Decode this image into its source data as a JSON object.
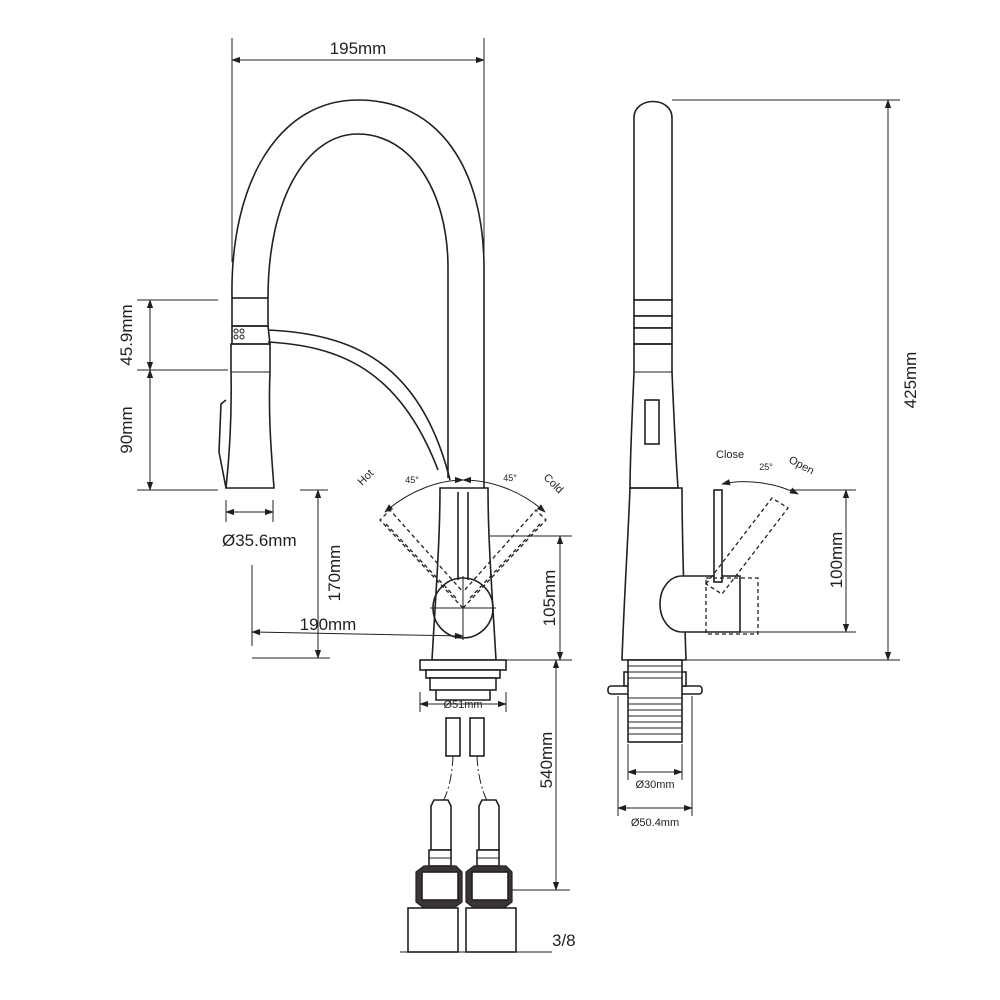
{
  "dimensions": {
    "total_width": "195mm",
    "spray_head": "45.9mm",
    "body_height": "90mm",
    "head_diameter": "Ø35.6mm",
    "spout_height": "170mm",
    "reach": "190mm",
    "lever_height": "105mm",
    "base_diameter": "Ø51mm",
    "hose_length": "540mm",
    "thread": "3/8",
    "total_height": "425mm",
    "side_lever": "100mm",
    "shank_diameter": "Ø30mm",
    "flange_diameter": "Ø50.4mm"
  },
  "rotation": {
    "hot": "Hot",
    "cold": "Cold",
    "hot_angle": "45°",
    "cold_angle": "45°",
    "close": "Close",
    "open": "Open",
    "lever_angle": "25°"
  }
}
